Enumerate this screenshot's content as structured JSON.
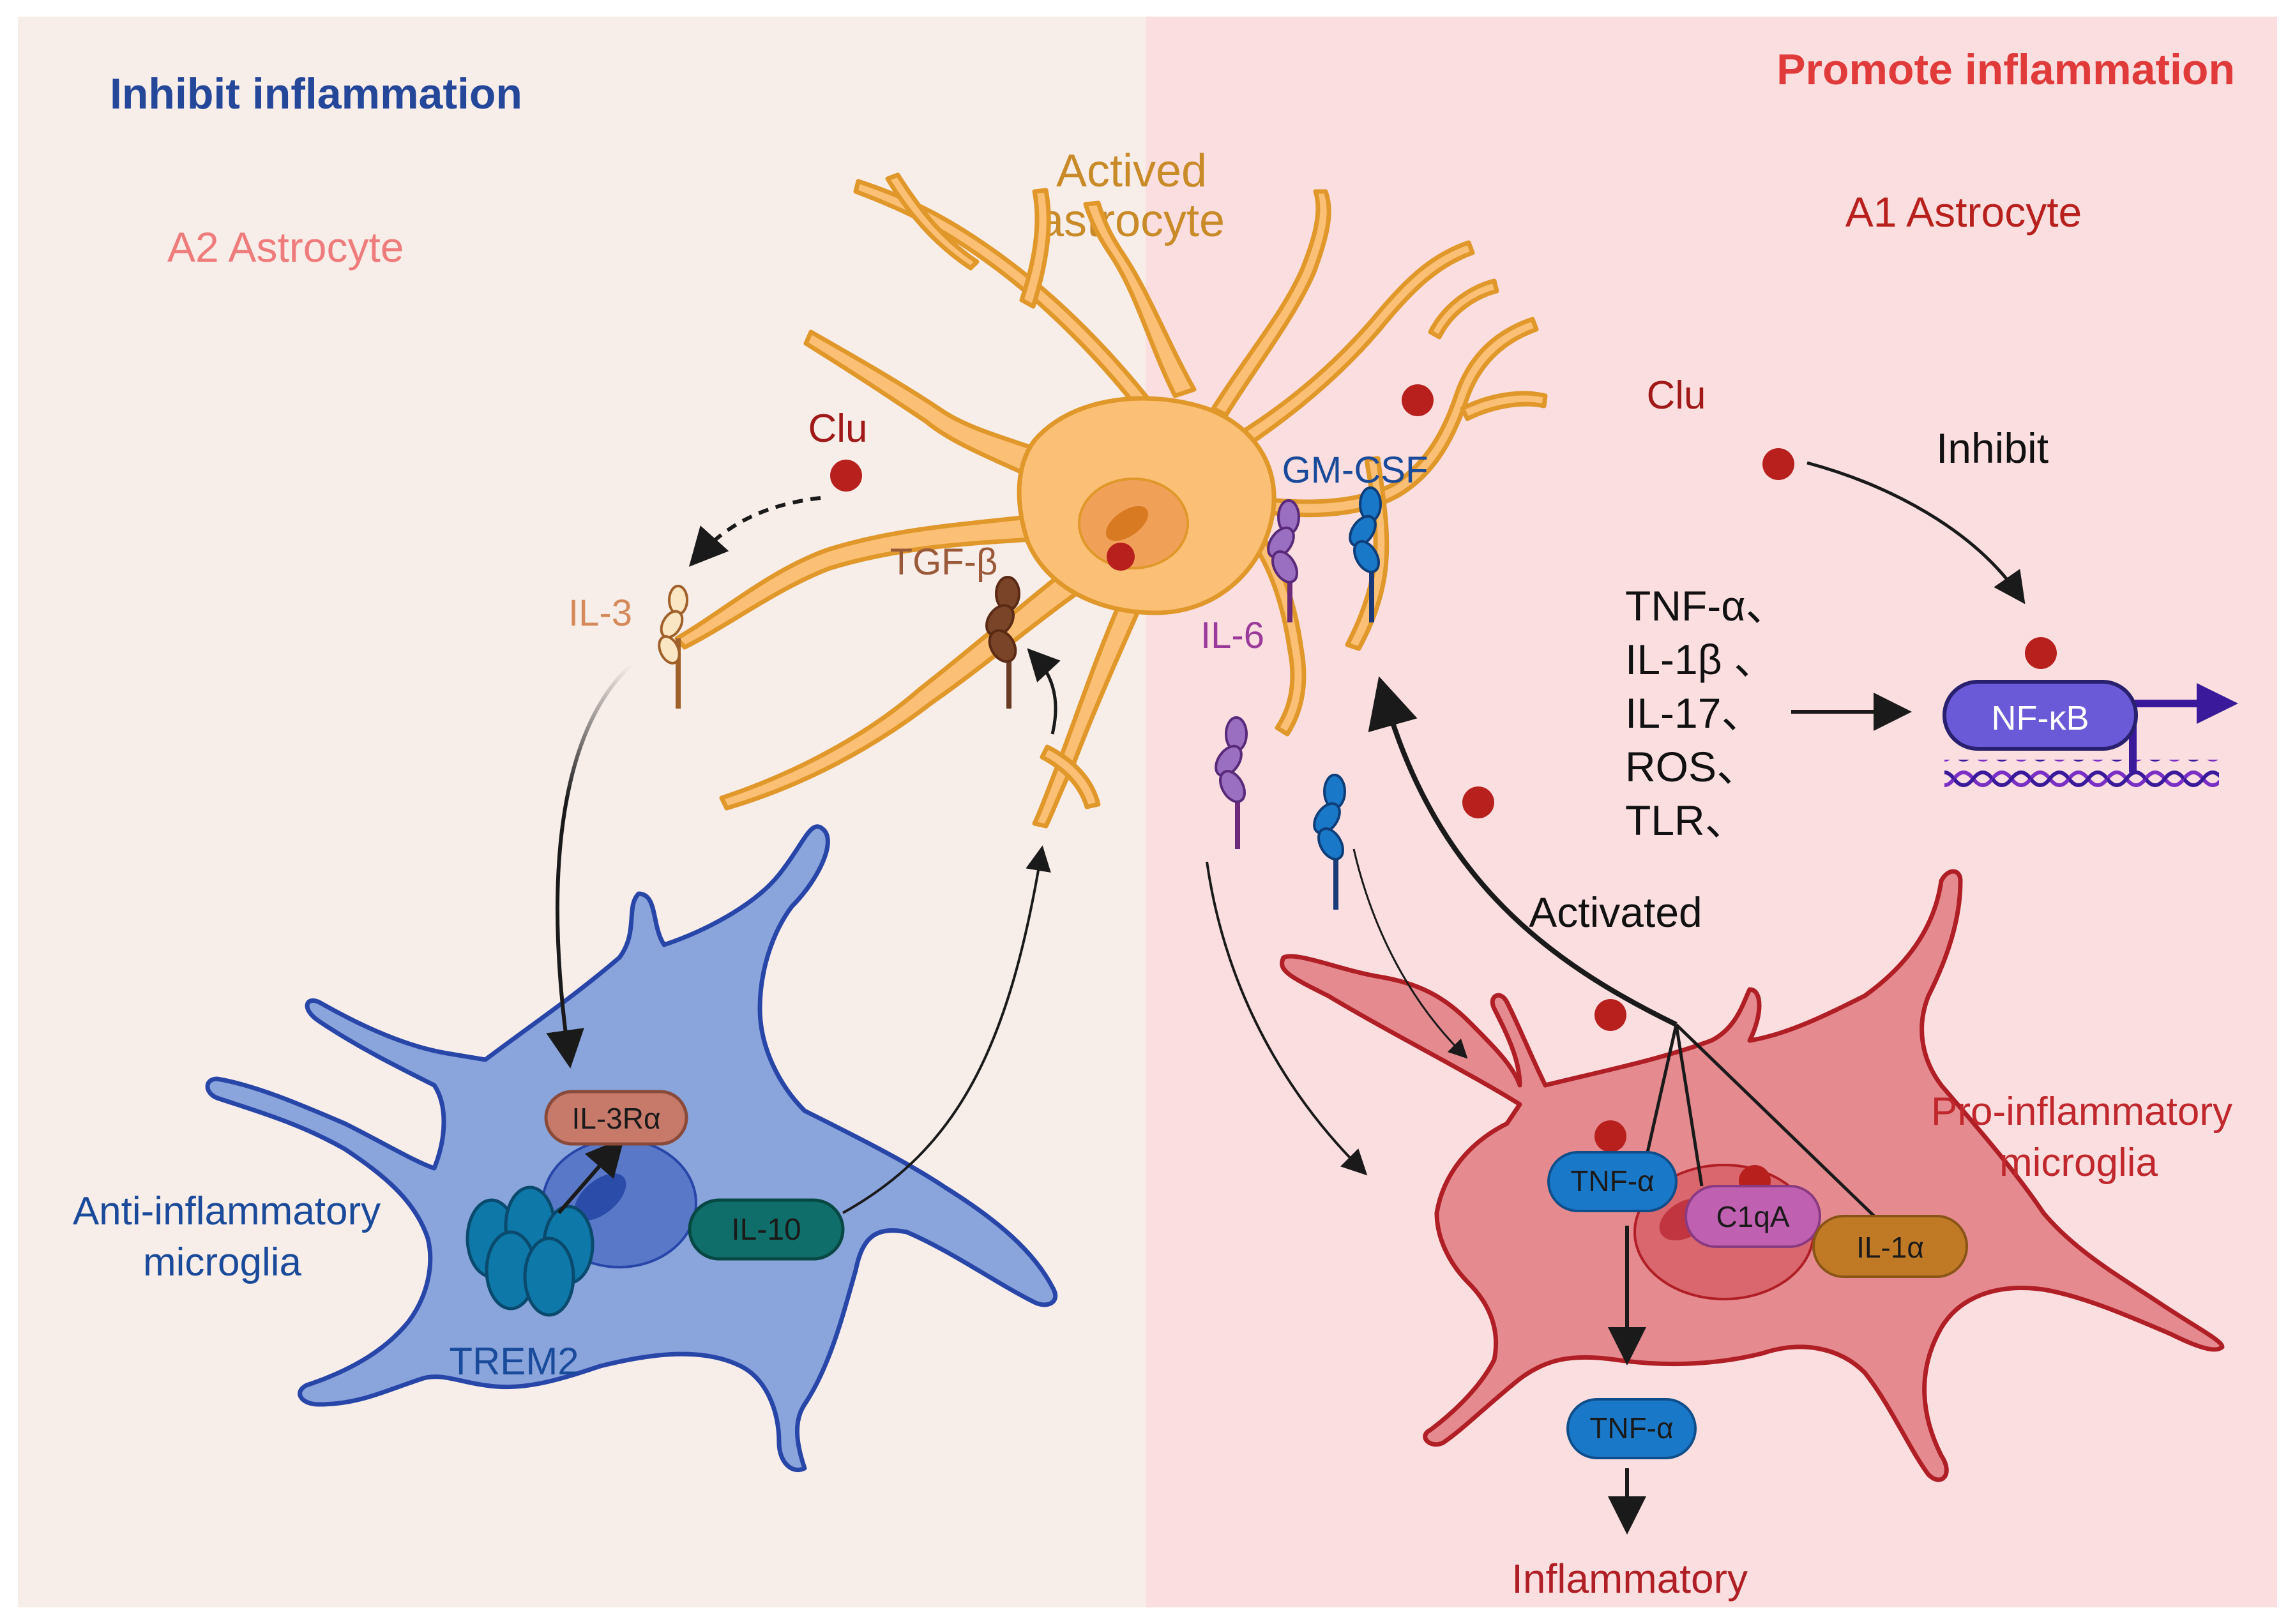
{
  "headers": {
    "left": "Inhibit inflammation",
    "right": "Promote inflammation"
  },
  "labels": {
    "a2_astrocyte": "A2 Astrocyte",
    "a1_astrocyte": "A1 Astrocyte",
    "actived_line1": "Actived",
    "actived_line2": "astrocyte",
    "clu_left": "Clu",
    "clu_right": "Clu",
    "il3": "IL-3",
    "tgf_beta": "TGF-β",
    "il6": "IL-6",
    "gm_csf": "GM-CSF",
    "inhibit": "Inhibit",
    "activated": "Activated",
    "nfkb": "NF-κB",
    "list": [
      "TNF-α、",
      "IL-1β 、",
      "IL-17、",
      "ROS、",
      "TLR、"
    ],
    "il3ra": "IL-3Rα",
    "il10": "IL-10",
    "trem2": "TREM2",
    "anti_line1": "Anti-inflammatory",
    "anti_line2": "microglia",
    "pro_line1": "Pro-inflammatory",
    "pro_line2": "microglia",
    "tnfa_in": "TNF-α",
    "c1qa": "C1qA",
    "il1a": "IL-1α",
    "tnfa_out": "TNF-α",
    "inflammatory": "Inflammatory"
  },
  "colors": {
    "left_bg": "#f7ede9",
    "right_bg": "#fbdfe0",
    "left_header": "#24479a",
    "right_header": "#e03a3a",
    "astrocyte": "#fbc075",
    "astrocyte_outline": "#e0982b",
    "microglia_blue": "#8aa4dc",
    "microglia_red": "#e58b8f",
    "dot_red": "#b8201e"
  }
}
